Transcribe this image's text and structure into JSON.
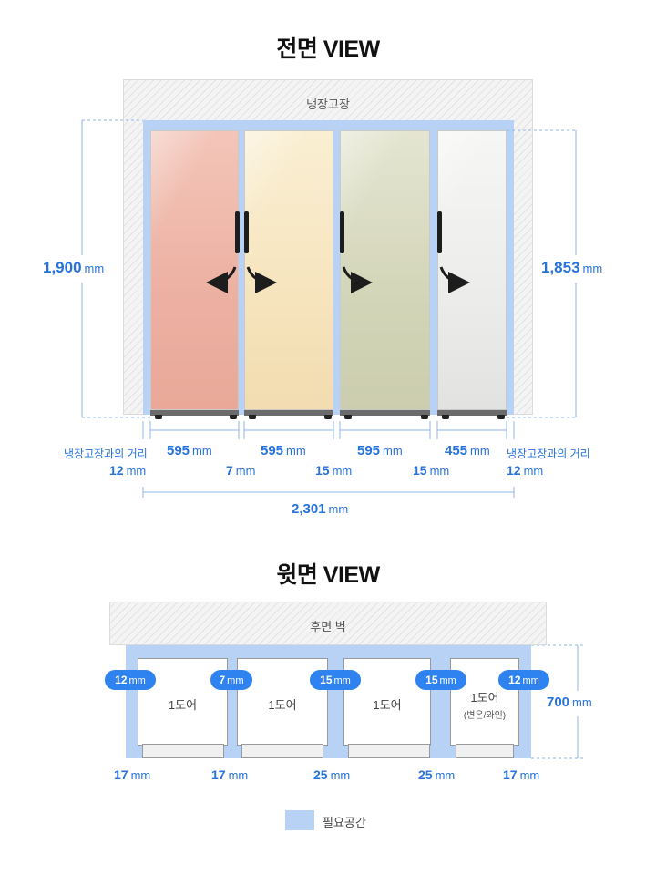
{
  "front": {
    "title": "전면 VIEW",
    "cabinet_label": "냉장고장",
    "total_height": {
      "value": "1,900",
      "unit": "mm"
    },
    "fridge_height": {
      "value": "1,853",
      "unit": "mm"
    },
    "door_colors": [
      "#eeb3a4",
      "#f6e3bb",
      "#d1d3b4",
      "#ececea"
    ],
    "widths": [
      {
        "value": "595",
        "unit": "mm"
      },
      {
        "value": "595",
        "unit": "mm"
      },
      {
        "value": "595",
        "unit": "mm"
      },
      {
        "value": "455",
        "unit": "mm"
      }
    ],
    "gaps": [
      {
        "value": "12",
        "unit": "mm"
      },
      {
        "value": "7",
        "unit": "mm"
      },
      {
        "value": "15",
        "unit": "mm"
      },
      {
        "value": "15",
        "unit": "mm"
      },
      {
        "value": "12",
        "unit": "mm"
      }
    ],
    "side_note_left": "냉장고장과의 거리",
    "side_note_right": "냉장고장과의 거리",
    "total_width": {
      "value": "2,301",
      "unit": "mm"
    }
  },
  "top": {
    "title": "윗면 VIEW",
    "wall_label": "후면 벽",
    "units": [
      {
        "label": "1도어",
        "sub": ""
      },
      {
        "label": "1도어",
        "sub": ""
      },
      {
        "label": "1도어",
        "sub": ""
      },
      {
        "label": "1도어",
        "sub": "(변온/와인)"
      }
    ],
    "side_gaps": [
      {
        "value": "12",
        "unit": "mm"
      },
      {
        "value": "7",
        "unit": "mm"
      },
      {
        "value": "15",
        "unit": "mm"
      },
      {
        "value": "15",
        "unit": "mm"
      },
      {
        "value": "12",
        "unit": "mm"
      }
    ],
    "depth": {
      "value": "700",
      "unit": "mm"
    },
    "bottom_gaps": [
      {
        "value": "17",
        "unit": "mm"
      },
      {
        "value": "17",
        "unit": "mm"
      },
      {
        "value": "25",
        "unit": "mm"
      },
      {
        "value": "25",
        "unit": "mm"
      },
      {
        "value": "17",
        "unit": "mm"
      }
    ]
  },
  "legend": {
    "label": "필요공간",
    "color": "#b7d2f5"
  },
  "colors": {
    "dimension": "#2773db",
    "pill": "#2e83f0",
    "required_space": "#b7d2f5"
  }
}
